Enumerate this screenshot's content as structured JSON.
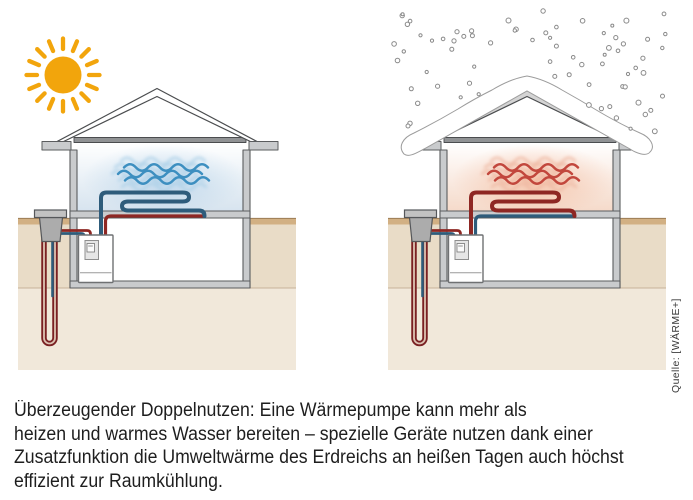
{
  "illustration": {
    "title_semantic": "heat pump dual use: summer cooling and winter heating",
    "scenes": [
      {
        "id": "summer",
        "name": "summer-cooling-scene",
        "weather_icon": "sun-icon",
        "coil": "cool-ceiling-coil",
        "waves": "cool-air-waves"
      },
      {
        "id": "winter",
        "name": "winter-heating-scene",
        "weather_icon": "snowflakes-icon",
        "coil": "warm-ceiling-coil",
        "waves": "warm-air-waves"
      }
    ]
  },
  "caption": {
    "lines": [
      "Überzeugender Doppelnutzen: Eine Wärmepumpe kann mehr als",
      "heizen und warmes Wasser bereiten – spezielle Geräte nutzen dank einer",
      "Zusatzfunktion die Umweltwärme des Erdreichs an heißen Tagen auch höchst",
      "effizient zur Raumkühlung."
    ]
  },
  "source_label": "Quelle: [WÄRME+]",
  "palette": {
    "sun": "#F2A50C",
    "pipe_cold": "#2E5C7B",
    "pipe_warm": "#8E2723",
    "probe": "#7A2022",
    "probe_inner": "#DCC2B2",
    "wave_cold": "#3D8FC0",
    "wave_cold_echo": "#A9CFE7",
    "wave_warm": "#C2473D",
    "wave_warm_echo": "#EDB49E",
    "room_cold": "#D7E4EF",
    "room_warm": "#F5DACA",
    "glow_cold": "#7FB3DC",
    "glow_warm": "#F09A6E",
    "ground_strip": "#D2B083",
    "ground_strip_edge": "#9B7B55",
    "ground_mid": "#E9DCC7",
    "ground_low": "#F1E8DA",
    "ground_line": "#C6B299",
    "wall_fill": "#C9CBCD",
    "wall_stroke": "#5A5C5E",
    "roof_summer": "#FFFFFF",
    "roof_winter": "#D4D4D4",
    "roof_stroke": "#4B4D4F",
    "attic_bar": "#909294",
    "snow_stroke": "#9C9C9C",
    "shaft_fill": "#ACACAC",
    "shaft_cap": "#C2C2C2",
    "shaft_stroke": "#55575A",
    "pump_stroke": "#6F7173",
    "panel_fill": "#E6E6E6",
    "text": "#1E1E1E"
  }
}
